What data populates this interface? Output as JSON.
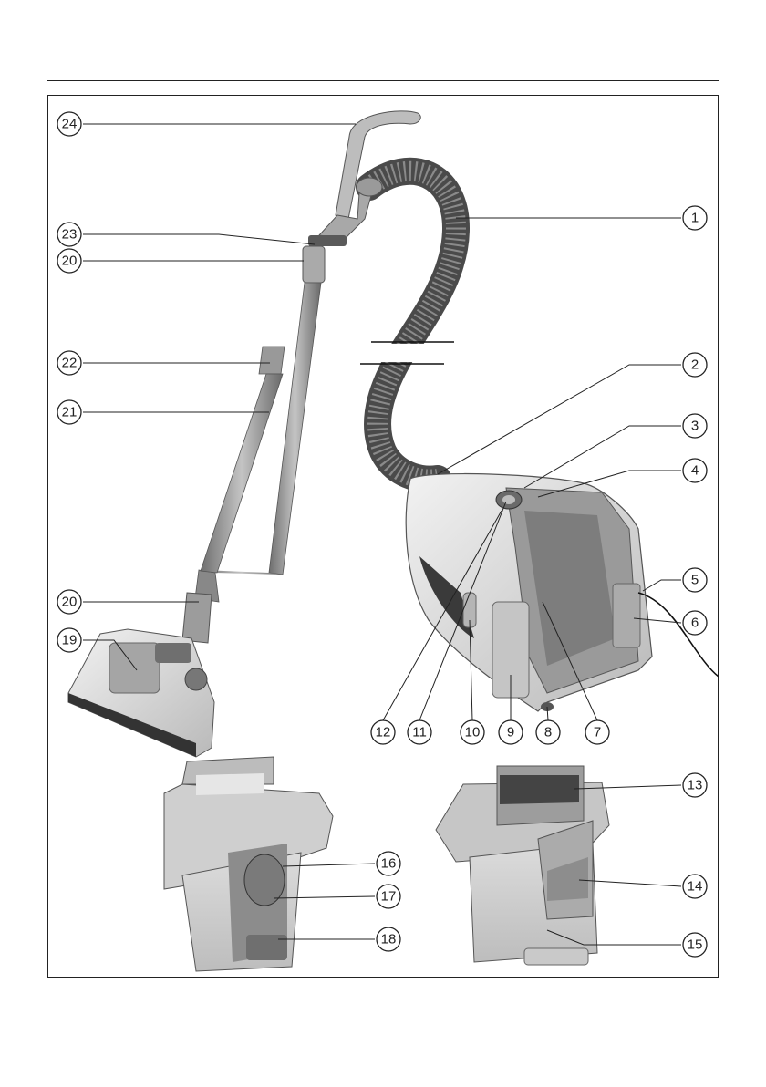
{
  "figure": {
    "callouts": [
      {
        "id": "callout-1",
        "label": "1"
      },
      {
        "id": "callout-2",
        "label": "2"
      },
      {
        "id": "callout-3",
        "label": "3"
      },
      {
        "id": "callout-4",
        "label": "4"
      },
      {
        "id": "callout-5",
        "label": "5"
      },
      {
        "id": "callout-6",
        "label": "6"
      },
      {
        "id": "callout-7",
        "label": "7"
      },
      {
        "id": "callout-8",
        "label": "8"
      },
      {
        "id": "callout-9",
        "label": "9"
      },
      {
        "id": "callout-10",
        "label": "10"
      },
      {
        "id": "callout-11",
        "label": "11"
      },
      {
        "id": "callout-12",
        "label": "12"
      },
      {
        "id": "callout-13",
        "label": "13"
      },
      {
        "id": "callout-14",
        "label": "14"
      },
      {
        "id": "callout-15",
        "label": "15"
      },
      {
        "id": "callout-16",
        "label": "16"
      },
      {
        "id": "callout-17",
        "label": "17"
      },
      {
        "id": "callout-18",
        "label": "18"
      },
      {
        "id": "callout-19",
        "label": "19"
      },
      {
        "id": "callout-20a",
        "label": "20"
      },
      {
        "id": "callout-20b",
        "label": "20"
      },
      {
        "id": "callout-21",
        "label": "21"
      },
      {
        "id": "callout-22",
        "label": "22"
      },
      {
        "id": "callout-23",
        "label": "23"
      },
      {
        "id": "callout-24",
        "label": "24"
      }
    ]
  }
}
